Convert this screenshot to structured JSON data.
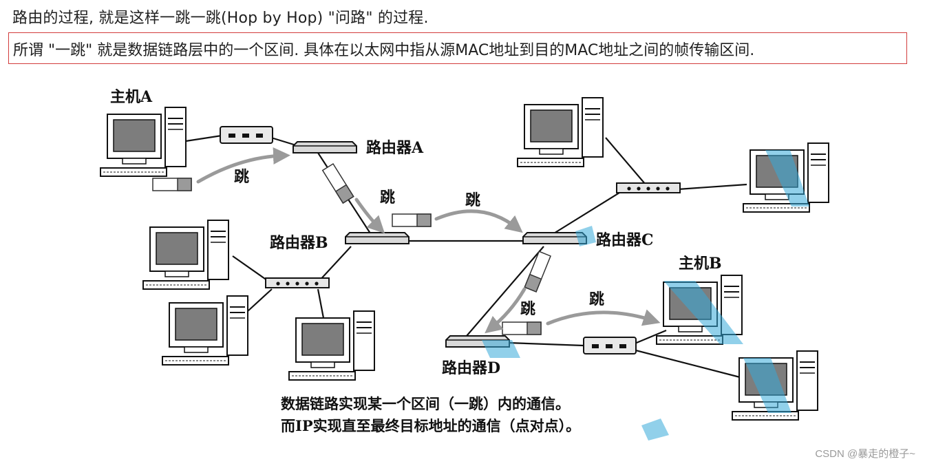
{
  "text": {
    "line1": "路由的过程, 就是这样一跳一跳(Hop by Hop) \"问路\" 的过程.",
    "line2": "所谓 \"一跳\" 就是数据链路层中的一个区间. 具体在以太网中指从源MAC地址到目的MAC地址之间的帧传输区间."
  },
  "figure": {
    "host_a": "主机A",
    "host_b": "主机B",
    "router_a": "路由器A",
    "router_b": "路由器B",
    "router_c": "路由器C",
    "router_d": "路由器D",
    "hop": "跳",
    "caption_1": "数据链路实现某一个区间（一跳）内的通信。",
    "caption_2": "而IP实现直至最终目标地址的通信（点对点）。"
  },
  "watermark": "CSDN @暴走的橙子~",
  "colors": {
    "highlight_border": "#d23b3b",
    "scan_tint": "#37a9d8",
    "arrow_gray": "#9a9a9a"
  }
}
